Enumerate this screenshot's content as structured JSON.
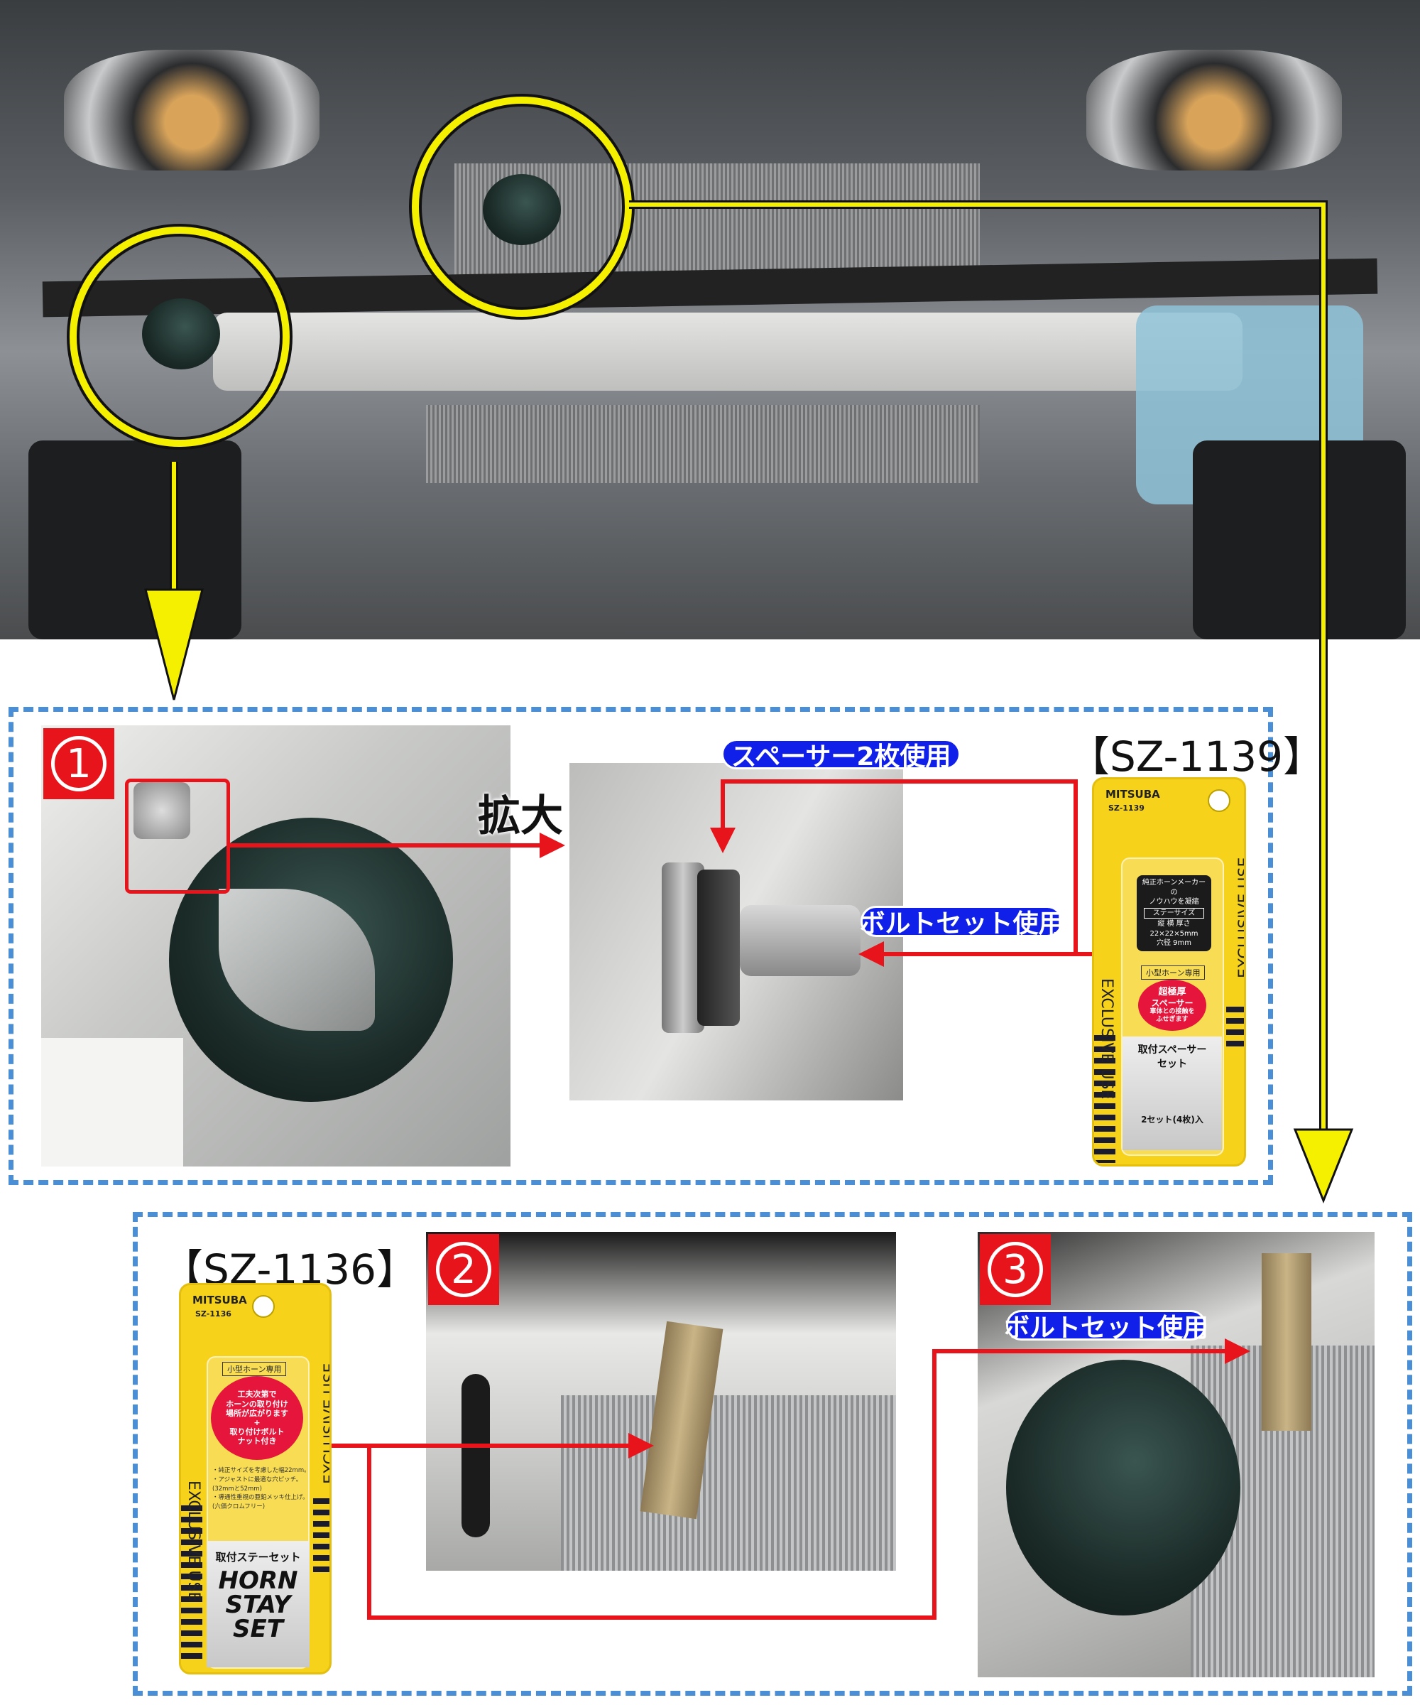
{
  "labels": {
    "zoom": "拡大",
    "spacer_two": "スペーサー2枚使用",
    "bolt_set_1": "ボルトセット使用",
    "bolt_set_2": "ボルトセット使用"
  },
  "steps": [
    "1",
    "2",
    "3"
  ],
  "products": [
    {
      "title": "【SZ-1139】",
      "brand": "MITSUBA",
      "code": "SZ-1139",
      "exclusive": "EXCLUSIVE USE",
      "info": [
        "純正ホーンメーカーの",
        "ノウハウを凝縮",
        "ステーサイズ",
        "縦 横 厚さ",
        "22×22×5mm",
        "穴径 9mm"
      ],
      "tag": "小型ホーン専用",
      "circle": [
        "超極厚",
        "スペーサー",
        "車体との接触を",
        "ふせぎます"
      ],
      "name": [
        "取付スペーサー",
        "セット"
      ],
      "qty": "2セット(4枚)入"
    },
    {
      "title": "【SZ-1136】",
      "brand": "MITSUBA",
      "code": "SZ-1136",
      "exclusive": "EXCLUSIVE USE",
      "tag": "小型ホーン専用",
      "circle": [
        "工夫次第で",
        "ホーンの取り付け",
        "場所が広がります",
        "+",
        "取り付けボルト",
        "ナット付き"
      ],
      "bullets": [
        "・純正サイズを考慮した幅22mm。",
        "・アジャストに最適な穴ピッチ。",
        "(32mmと52mm)",
        "・導通性重視の亜鉛メッキ仕上げ。",
        "(六価クロムフリー)"
      ],
      "name": "取付ステーセット",
      "logo": [
        "HORN",
        "STAY",
        "SET"
      ]
    }
  ],
  "colors": {
    "highlight": "#f5f000",
    "arrow": "#e8141b",
    "pill": "#1020e8",
    "dash": "#4a8ed6"
  }
}
